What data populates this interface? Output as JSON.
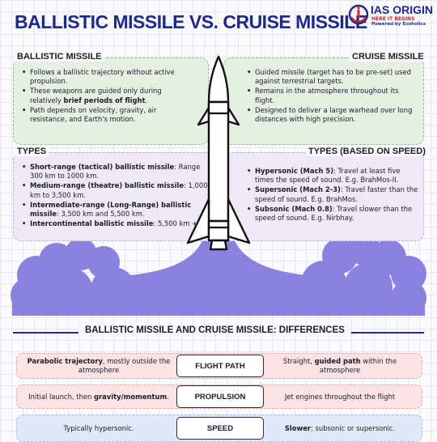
{
  "header": {
    "title": "BALLISTIC MISSILE VS. CRUISE MISSILE",
    "logo": {
      "brand": "IAS ORIGIN",
      "tagline": "HERE IT BEGINS",
      "powered_by": "Powered by Ecoholics"
    }
  },
  "ballistic": {
    "heading": "BALLISTIC MISSILE",
    "points": [
      {
        "pre": "Follows a ballistic trajectory without active propulsion.",
        "bold": "",
        "post": ""
      },
      {
        "pre": "These weapons are guided only during relatively ",
        "bold": "brief periods of flight",
        "post": "."
      },
      {
        "pre": "Path depends on velocity, gravity, air resistance, and Earth's motion.",
        "bold": "",
        "post": ""
      }
    ]
  },
  "cruise": {
    "heading": "CRUISE MISSILE",
    "points": [
      {
        "pre": "Guided missile (target has to be pre-set) used against terrestrial targets.",
        "bold": "",
        "post": ""
      },
      {
        "pre": "Remains in the atmosphere throughout its flight.",
        "bold": "",
        "post": ""
      },
      {
        "pre": "Designed to deliver a large warhead over long distances with high precision.",
        "bold": "",
        "post": ""
      }
    ]
  },
  "ballistic_types": {
    "heading": "TYPES",
    "points": [
      {
        "bold": "Short-range (tactical) ballistic missile",
        "post": ": Range 300 km to 1000 km."
      },
      {
        "bold": "Medium-range (theatre) ballistic missile",
        "post": ": 1,000 km to 3,500 km."
      },
      {
        "bold": "Intermediate-range (Long-Range) ballistic missile",
        "post": ": 3,500 km and 5,500 km."
      },
      {
        "bold": "Intercontinental ballistic missile",
        "post": ": 5,500 km +"
      }
    ]
  },
  "cruise_types": {
    "heading": "TYPES (BASED ON SPEED)",
    "points": [
      {
        "bold": "Hypersonic (Mach 5)",
        "post": ": Travel at least five times the speed of sound. E.g. BrahMos-II."
      },
      {
        "bold": "Supersonic (Mach 2-3)",
        "post": ": Travel faster than the speed of sound. E.g. BrahMos."
      },
      {
        "bold": "Subsonic (Mach 0.8)",
        "post": ": Travel slower than the speed of sound. E.g. Nirbhay."
      }
    ]
  },
  "differences": {
    "title": "BALLISTIC MISSILE AND CRUISE MISSILE: DIFFERENCES",
    "rows": [
      {
        "label": "FLIGHT PATH",
        "left": {
          "bold": "Parabolic trajectory",
          "rest": ", mostly outside the atmosphere"
        },
        "right": {
          "pre": "Straight, ",
          "bold": "guided path",
          "rest": " within the atmosphere"
        }
      },
      {
        "label": "PROPULSION",
        "left": {
          "pre": "Initial launch, then ",
          "bold": "gravity/momentum",
          "rest": "."
        },
        "right": {
          "pre": "Jet engines throughout the flight",
          "bold": "",
          "rest": ""
        }
      },
      {
        "label": "SPEED",
        "left": {
          "pre": "Typically hypersonic.",
          "bold": "",
          "rest": ""
        },
        "right": {
          "pre": "",
          "bold": "Slower",
          "rest": "; subsonic or supersonic."
        }
      }
    ]
  },
  "colors": {
    "title_blue": "#1e2a8a",
    "card_green": "#e4f0e2",
    "card_violet": "#efe9f6",
    "plume": "#8b82e0",
    "row_pink": "#fbe3e3",
    "row_blue": "#dfe9f7"
  }
}
